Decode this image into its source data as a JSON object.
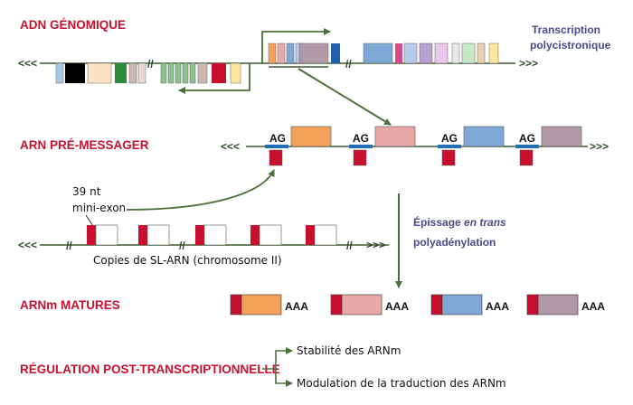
{
  "labels": {
    "genomic": "ADN GÉNOMIQUE",
    "pre_messenger": "ARN PRÉ-MESSAGER",
    "mature": "ARNm MATURES",
    "regulation": "RÉGULATION POST-TRANSCRIPTIONNELLE"
  },
  "transcription": {
    "line1": "Transcription",
    "line2": "polycistronique"
  },
  "splicing": {
    "line1_prefix": "Épissage ",
    "line1_italic": "en trans",
    "line2": "polyadénylation"
  },
  "mini_exon": {
    "line1": "39 nt",
    "line2": "mini-exon"
  },
  "sl_copies": "Copies de SL-ARN (chromosome II)",
  "acceptor_site": "AG",
  "poly_a": "AAA",
  "outcomes": {
    "stability": "Stabilité des ARNm",
    "translation": "Modulation de la traduction des ARNm"
  },
  "chevrons": {
    "left": "<<<",
    "right": ">>>"
  },
  "break_mark": "//",
  "colors": {
    "line": "#3d5a2e",
    "arrow": "#4b6e3a",
    "red_label": "#c8102e",
    "blue_label": "#4a4a8a",
    "sl_red": "#c8102e",
    "splice_bar": "#1f6fb4",
    "gene_orange": "#f5a05a",
    "gene_pink": "#e8a8a8",
    "gene_blue": "#7fa8d6",
    "gene_mauve": "#b09aa8"
  }
}
